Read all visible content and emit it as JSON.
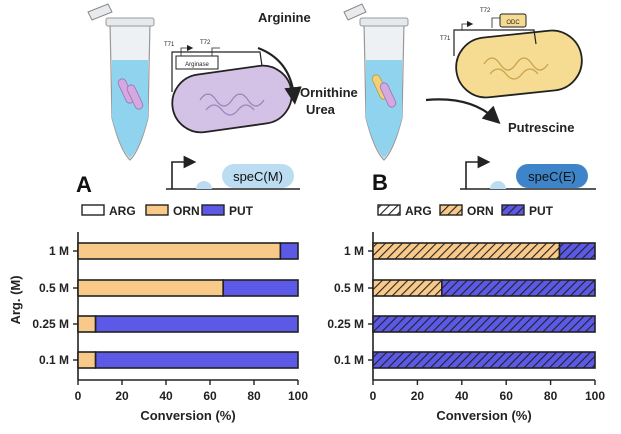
{
  "diagram": {
    "arginine": "Arginine",
    "ornithine": "Ornithine",
    "urea": "Urea",
    "putrescine": "Putrescine",
    "enzyme_left": "Arginase",
    "enzyme_right": "ODC",
    "t71": "T71",
    "t72": "T72"
  },
  "colors": {
    "ARG": "#ffffff",
    "ORN": "#f9c98a",
    "PUT": "#5b59e6",
    "gene_left": "#bcdcf2",
    "gene_right": "#3e84c8",
    "cell_left": "#d4c1e6",
    "cell_right": "#f6dc92"
  },
  "y_axis_label": "Arg. (M)",
  "chart_data": [
    {
      "type": "bar",
      "orientation": "horizontal",
      "stacked": true,
      "panel": "A",
      "construct": "speC(M)",
      "legend": [
        "ARG",
        "ORN",
        "PUT"
      ],
      "categories": [
        "1 M",
        "0.5 M",
        "0.25 M",
        "0.1 M"
      ],
      "series": [
        {
          "name": "ARG",
          "values": [
            0,
            0,
            0,
            0
          ]
        },
        {
          "name": "ORN",
          "values": [
            92,
            66,
            8,
            8
          ]
        },
        {
          "name": "PUT",
          "values": [
            8,
            34,
            92,
            92
          ]
        }
      ],
      "xlabel": "Conversion (%)",
      "xlim": [
        0,
        100
      ],
      "xticks": [
        0,
        20,
        40,
        60,
        80,
        100
      ],
      "pattern": "solid"
    },
    {
      "type": "bar",
      "orientation": "horizontal",
      "stacked": true,
      "panel": "B",
      "construct": "speC(E)",
      "legend": [
        "ARG",
        "ORN",
        "PUT"
      ],
      "categories": [
        "1 M",
        "0.5 M",
        "0.25 M",
        "0.1 M"
      ],
      "series": [
        {
          "name": "ARG",
          "values": [
            0,
            0,
            0,
            0
          ]
        },
        {
          "name": "ORN",
          "values": [
            84,
            31,
            0,
            0
          ]
        },
        {
          "name": "PUT",
          "values": [
            16,
            69,
            100,
            100
          ]
        }
      ],
      "xlabel": "Conversion (%)",
      "xlim": [
        0,
        100
      ],
      "xticks": [
        0,
        20,
        40,
        60,
        80,
        100
      ],
      "pattern": "hatched"
    }
  ]
}
